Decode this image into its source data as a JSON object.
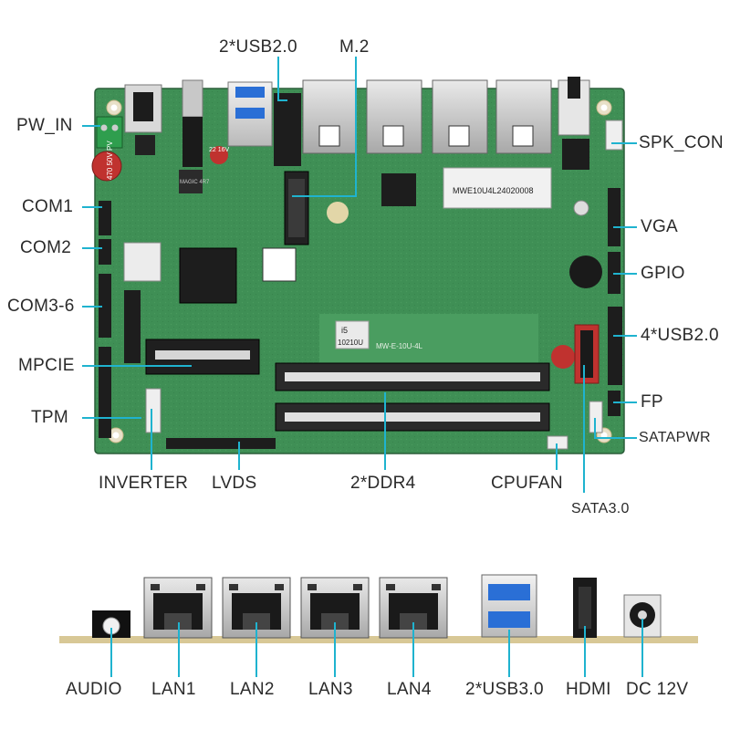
{
  "board": {
    "top_labels": [
      "2*USB2.0",
      "M.2"
    ],
    "left_labels": [
      "PW_IN",
      "COM1",
      "COM2",
      "COM3-6",
      "MPCIE",
      "TPM"
    ],
    "right_labels": [
      "SPK_CON",
      "VGA",
      "GPIO",
      "4*USB2.0",
      "FP",
      "SATAPWR"
    ],
    "bottom_labels": [
      "INVERTER",
      "LVDS",
      "2*DDR4",
      "CPUFAN",
      "SATA3.0"
    ],
    "chip_texts": {
      "cap_left": "470\n50V\nPV",
      "cap_small": "22\n16V",
      "inductor": "MAGIC\n4R7",
      "cpu_label_1": "i5",
      "cpu_label_2": "10210U",
      "board_model": "MW-E-10U-4L",
      "serial": "MWE10U4L24020008"
    }
  },
  "io_panel": {
    "labels": [
      "AUDIO",
      "LAN1",
      "LAN2",
      "LAN3",
      "LAN4",
      "2*USB3.0",
      "HDMI",
      "DC 12V"
    ]
  },
  "colors": {
    "pcb": "#3f8f55",
    "pcb_dark": "#2f6f42",
    "callout": "#1fb3cf",
    "label_text": "#2a2a2a",
    "io_base": "#d8c896",
    "usb_blue": "#2a6fd6"
  }
}
